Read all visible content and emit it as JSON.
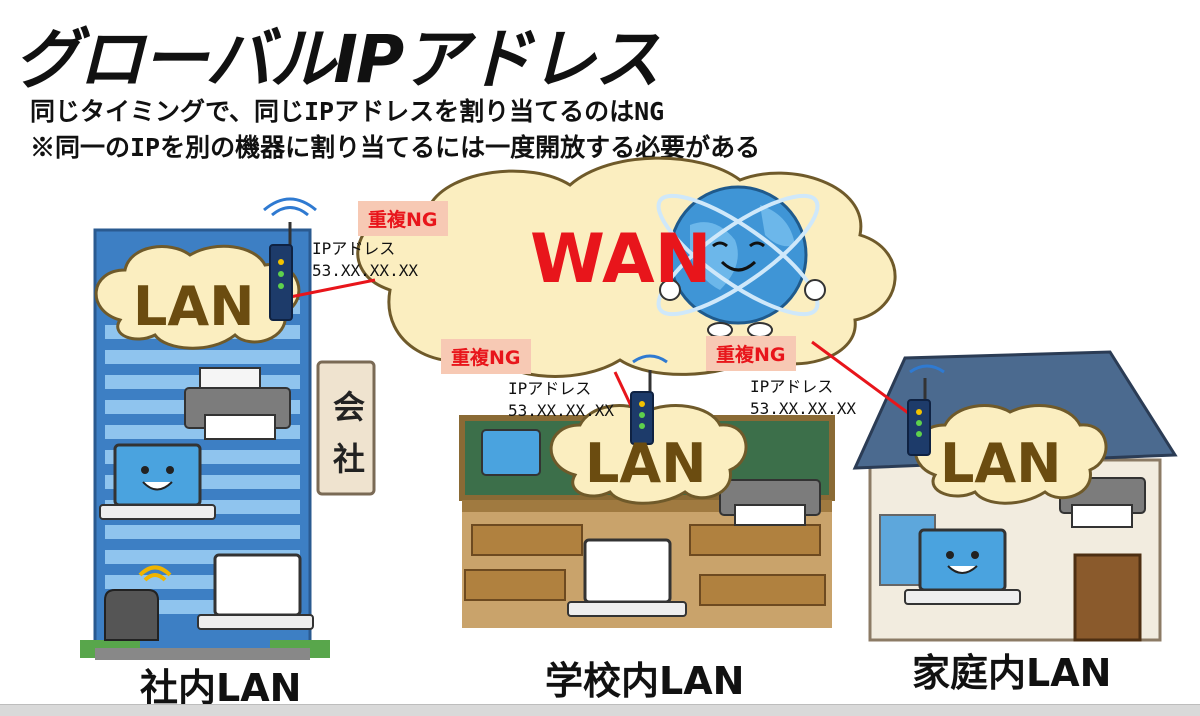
{
  "title": "グローバルIPアドレス",
  "subtitle_line1": "同じタイミングで、同じIPアドレスを割り当てるのはNG",
  "subtitle_line2": "※同一のIPを別の機器に割り当てるには一度開放する必要がある",
  "wan_label": "WAN",
  "lan_label": "LAN",
  "ng_badge": "重複NG",
  "ip_label": "IPアドレス",
  "ip_value": "53.XX.XX.XX",
  "company_sign": [
    "会",
    "社"
  ],
  "captions": {
    "company": "社内LAN",
    "school": "学校内LAN",
    "home": "家庭内LAN"
  },
  "colors": {
    "ng_text": "#e8151b",
    "ng_bg": "#f7c9b4",
    "wan_text": "#e8151b",
    "lan_text": "#6b4c10",
    "line": "#e8151b",
    "cloud": "#fbeec0"
  }
}
